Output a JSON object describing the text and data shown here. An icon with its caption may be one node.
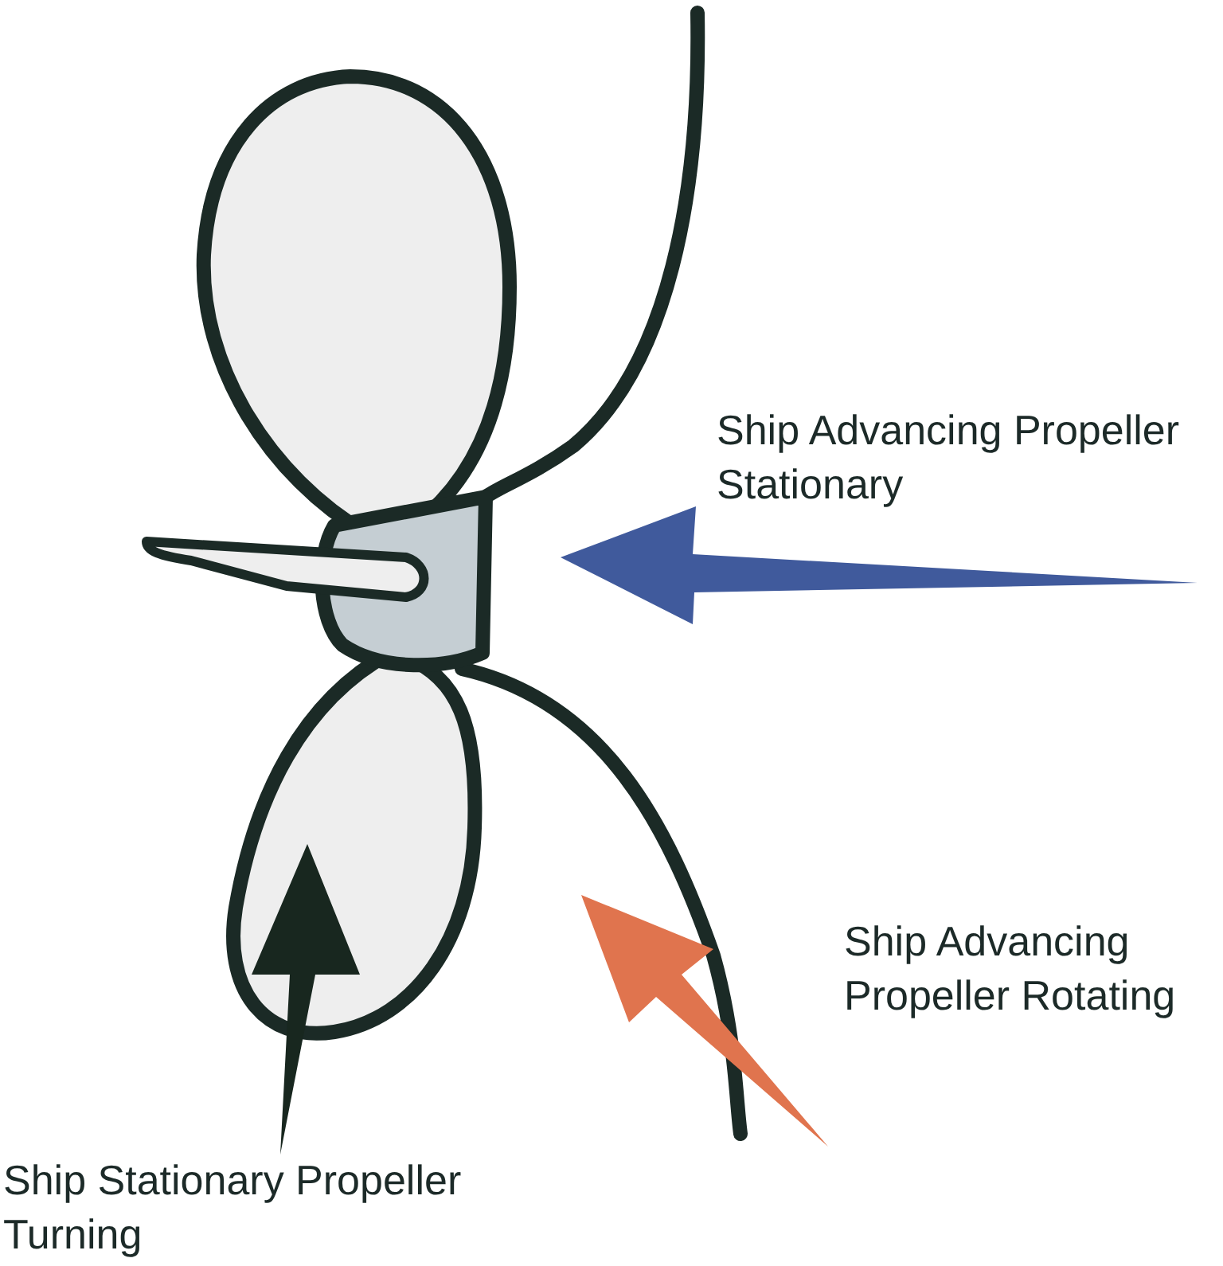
{
  "diagram": {
    "labels": [
      "Ship Advancing Propeller Stationary",
      "Ship Advancing Propeller Rotating",
      "Ship Stationary Propeller Turning"
    ]
  }
}
